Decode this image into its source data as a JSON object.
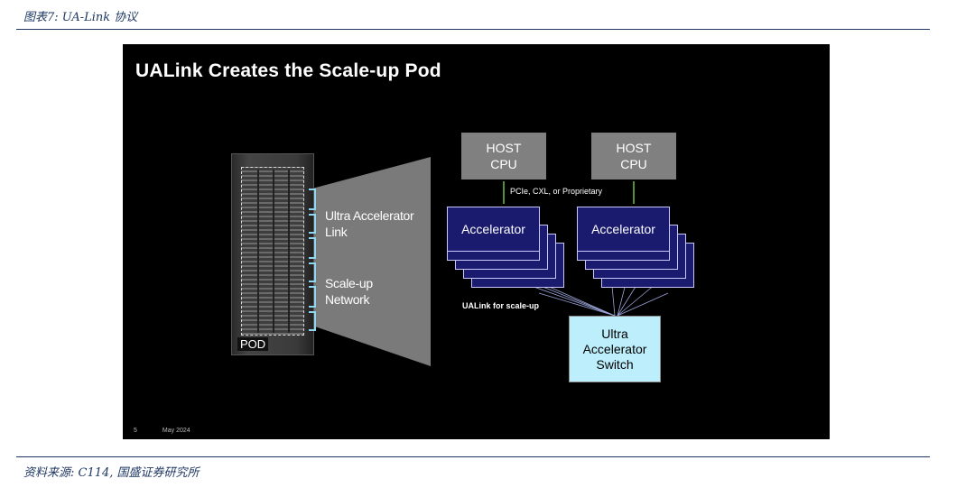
{
  "figure": {
    "caption": "图表7: UA-Link 协议",
    "source": "资料来源: C114, 国盛证券研究所"
  },
  "slide": {
    "title": "UALink Creates the Scale-up Pod",
    "page_number": "5",
    "date": "May 2024",
    "pod_label": "POD",
    "ual_label": [
      "Ultra Accelerator",
      "Link"
    ],
    "scaleup_label": [
      "Scale-up",
      "Network"
    ],
    "host_cpu": [
      "HOST",
      "CPU"
    ],
    "host_link_label": "PCIe, CXL, or Proprietary",
    "accelerator_label": "Accelerator",
    "ualink_scaleup_label": "UALink for scale-up",
    "switch_label": [
      "Ultra",
      "Accelerator",
      "Switch"
    ],
    "colors": {
      "slide_bg": "#000000",
      "host_cpu": "#808080",
      "accelerator": "#1a1a6e",
      "switch": "#bdeefb",
      "bracket": "#8fd6f0",
      "caption": "#1f3864"
    }
  }
}
